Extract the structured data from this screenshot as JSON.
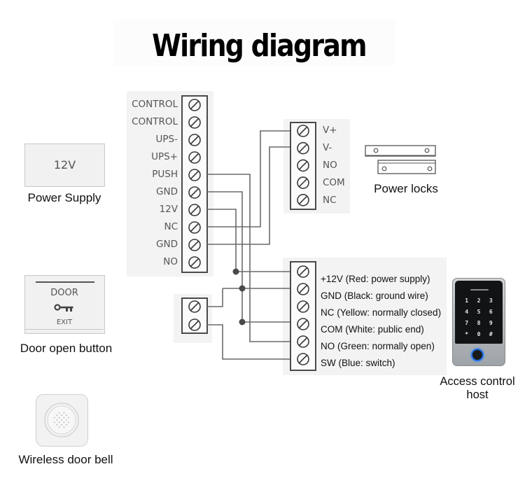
{
  "title": "Wiring diagram",
  "main_terminal": {
    "labels": [
      "CONTROL",
      "CONTROL",
      "UPS-",
      "UPS+",
      "PUSH",
      "GND",
      "12V",
      "NC",
      "GND",
      "NO"
    ]
  },
  "lock_terminal": {
    "labels": [
      "V+",
      "V-",
      "NO",
      "COM",
      "NC"
    ]
  },
  "host_terminal": {
    "labels": [
      "+12V (Red: power supply)",
      "GND (Black: ground wire)",
      "NC (Yellow: normally closed)",
      "COM (White: public end)",
      "NO (Green: normally open)",
      "SW (Blue: switch)"
    ]
  },
  "devices": {
    "power_supply": {
      "face_text": "12V",
      "caption": "Power Supply"
    },
    "door_button": {
      "face_top": "DOOR",
      "face_bottom": "EXIT",
      "icon": "key-icon",
      "caption": "Door open button"
    },
    "door_bell": {
      "icon": "speaker-grille-icon",
      "caption": "Wireless door bell"
    },
    "power_locks": {
      "icon": "magnetic-lock-icon",
      "caption": "Power locks"
    },
    "access_host": {
      "keypad": [
        "1",
        "2",
        "3",
        "4",
        "5",
        "6",
        "7",
        "8",
        "9",
        "*",
        "0",
        "#"
      ],
      "caption_line1": "Access control",
      "caption_line2": "host",
      "ring_color": "#1e6fe8"
    }
  },
  "connections": [
    {
      "from": "PUSH",
      "to": "NO (Green: normally open)"
    },
    {
      "from": "GND",
      "to": "GND (Black: ground wire)"
    },
    {
      "from": "GND",
      "to": "COM (White: public end)"
    },
    {
      "from": "12V",
      "to": "+12V (Red: power supply)"
    },
    {
      "from": "NC",
      "to": "V+"
    },
    {
      "from": "GND",
      "to": "V-"
    },
    {
      "from": "Door open button terminal 1",
      "to": "GND (Black: ground wire)"
    },
    {
      "from": "Door open button terminal 2",
      "to": "SW (Blue: switch)"
    }
  ],
  "colors": {
    "wire": "#6a6a6a",
    "junction": "#4a4a4a",
    "panel": "#f3f3f3",
    "terminal_border": "#4a4a4a"
  }
}
